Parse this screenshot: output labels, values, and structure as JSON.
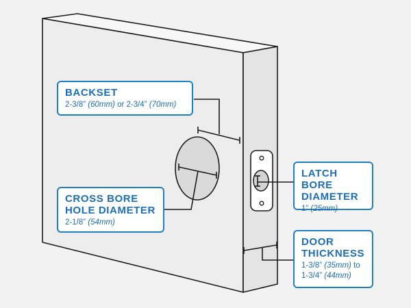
{
  "colors": {
    "background": "#f2f2f2",
    "door_face": "#ededed",
    "door_edge": "#e4e4e4",
    "outline": "#1a1a1a",
    "accent_blue": "#1e7fc4",
    "label_text": "#1d6fb5"
  },
  "callouts": {
    "backset": {
      "title": "BACKSET",
      "value_parts": [
        "2-3/8” ",
        "(60mm)",
        " or 2-3/4” ",
        "(70mm)"
      ]
    },
    "cross_bore": {
      "title_line1": "CROSS BORE",
      "title_line2": "HOLE DIAMETER",
      "value_parts": [
        "2-1/8” ",
        "(54mm)"
      ]
    },
    "latch_bore": {
      "title_line1": "LATCH BORE",
      "title_line2": "DIAMETER",
      "value_parts": [
        "1” ",
        "(25mm)"
      ]
    },
    "door_thickness": {
      "title_line1": "DOOR",
      "title_line2": "THICKNESS",
      "value_line1_parts": [
        "1-3/8” ",
        "(35mm)",
        " to"
      ],
      "value_line2_parts": [
        "1-3/4” ",
        "(44mm)"
      ]
    }
  }
}
